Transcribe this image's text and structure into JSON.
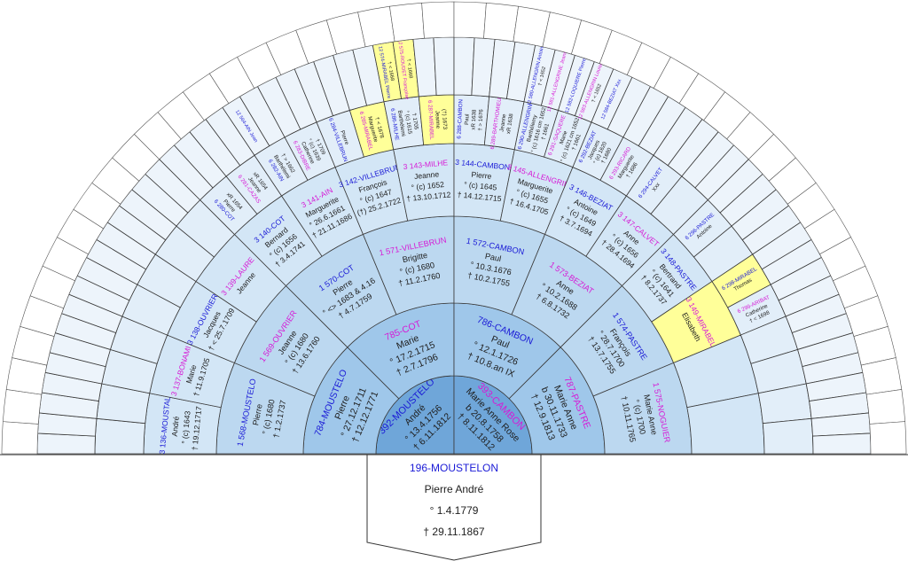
{
  "colors": {
    "male_name": "#1a1ad6",
    "female_name": "#d61ad6",
    "text": "#202020",
    "gen1": "#6fa6d9",
    "gen2": "#9fc7ea",
    "gen3": "#bcd8f0",
    "gen4": "#d3e6f6",
    "gen5": "#e2eef9",
    "gen6": "#edf4fb",
    "gen7": "#f4f8fd",
    "highlight": "#ffff99"
  },
  "root": {
    "name": "196-MOUSTELON",
    "given": "Pierre André",
    "birth": "° 1.4.1779",
    "death": "† 29.11.1867"
  },
  "generations": [
    {
      "level": 1,
      "persons": [
        {
          "name": "392-MOUSTELO",
          "lines": [
            "André",
            "° 13.4.1756",
            "† 6.11.1812"
          ],
          "sex": "m"
        },
        {
          "name": "393-CAMBON",
          "lines": [
            "Marie Anne Rose",
            "b 20.8.1758",
            "† 8.11.1812"
          ],
          "sex": "f"
        }
      ]
    },
    {
      "level": 2,
      "persons": [
        {
          "name": "784-MOUSTELO",
          "lines": [
            "Pierre",
            "° 27.12.1711",
            "† 12.12.1771"
          ],
          "sex": "m"
        },
        {
          "name": "785-COT",
          "lines": [
            "Marie",
            "° 17.2.1715",
            "† 2.7.1796"
          ],
          "sex": "f"
        },
        {
          "name": "786-CAMBON",
          "lines": [
            "Paul",
            "° 12.1.1726",
            "† 10.8.an IX"
          ],
          "sex": "m"
        },
        {
          "name": "787-PASTRE",
          "lines": [
            "Marie Anne",
            "b 30.11.1733",
            "† 12.9.1813"
          ],
          "sex": "f"
        }
      ]
    },
    {
      "level": 3,
      "persons": [
        {
          "name": "1 568-MOUSTELO",
          "lines": [
            "Pierre",
            "° (c) 1680",
            "† 1.2.1737"
          ],
          "sex": "m"
        },
        {
          "name": "1 569-OUVRIER",
          "lines": [
            "Jeanne",
            "° (c) 1680",
            "† 13.6.1760"
          ],
          "sex": "f"
        },
        {
          "name": "1 570-COT",
          "lines": [
            "Pierre",
            "° <> 1683 & 4.16",
            "† 4.7.1759"
          ],
          "sex": "m"
        },
        {
          "name": "1 571-VILLEBRUN",
          "lines": [
            "Brigitte",
            "° (c) 1680",
            "† 11.2.1760"
          ],
          "sex": "f"
        },
        {
          "name": "1 572-CAMBON",
          "lines": [
            "Paul",
            "° 10.3.1676",
            "† 10.2.1755"
          ],
          "sex": "m"
        },
        {
          "name": "1 573-BEZIAT",
          "lines": [
            "Anne",
            "° 10.2.1688",
            "† 6.8.1732"
          ],
          "sex": "f"
        },
        {
          "name": "1 574-PASTRE",
          "lines": [
            "François",
            "° 28.7.1700",
            "† 13.7.1755"
          ],
          "sex": "m"
        },
        {
          "name": "1 575-NOGUIER",
          "lines": [
            "Marie Anne",
            "° (c) 1700",
            "† 10.11.1765"
          ],
          "sex": "f"
        }
      ]
    },
    {
      "level": 4,
      "persons": [
        {
          "name": "3 136-MOUSTAL",
          "lines": [
            "André",
            "° (c) 1643",
            "† 19.12.1717"
          ],
          "sex": "m"
        },
        {
          "name": "3 137-BONAMI",
          "lines": [
            "Marie",
            "† 11.9.1705"
          ],
          "sex": "f"
        },
        {
          "name": "3 138-OUVRIER",
          "lines": [
            "Jacques",
            "† < 25.7.1709"
          ],
          "sex": "m"
        },
        {
          "name": "3 139-LAURE",
          "lines": [
            "Jeanne"
          ],
          "sex": "f"
        },
        {
          "name": "3 140-COT",
          "lines": [
            "Bernard",
            "° (c) 1656",
            "† 3.4.1741"
          ],
          "sex": "m"
        },
        {
          "name": "3 141-AIN",
          "lines": [
            "Marguerite",
            "° 26.6.1661",
            "† 21.11.1686"
          ],
          "sex": "f"
        },
        {
          "name": "3 142-VILLEBRUN",
          "lines": [
            "François",
            "° (c) 1647",
            "(†) 25.2.1722"
          ],
          "sex": "m"
        },
        {
          "name": "3 143-MILHE",
          "lines": [
            "Jeanne",
            "° (c) 1652",
            "† 13.10.1712"
          ],
          "sex": "f"
        },
        {
          "name": "3 144-CAMBON",
          "lines": [
            "Pierre",
            "° (c) 1645",
            "† 14.12.1715"
          ],
          "sex": "m"
        },
        {
          "name": "3 145-ALLENGRIN",
          "lines": [
            "Marguerite",
            "° (c) 1655",
            "† 16.4.1705"
          ],
          "sex": "f"
        },
        {
          "name": "3 146-BEZIAT",
          "lines": [
            "Antoine",
            "° (c) 1649",
            "† 3.7.1694"
          ],
          "sex": "m"
        },
        {
          "name": "3 147-CALVET",
          "lines": [
            "Anne",
            "° (c) 1656",
            "† 28.4.1694"
          ],
          "sex": "f"
        },
        {
          "name": "3 148-PASTRE",
          "lines": [
            "Bertrand",
            "° (c) 1641",
            "† 8.2.1737"
          ],
          "sex": "m"
        },
        {
          "name": "3 149-MIRABEL",
          "lines": [
            "Elisabeth"
          ],
          "sex": "f",
          "highlight": true
        },
        {
          "name": "",
          "lines": [],
          "sex": "m"
        },
        {
          "name": "",
          "lines": [],
          "sex": "f"
        }
      ]
    },
    {
      "level": 5,
      "persons": [
        {
          "name": "",
          "lines": [],
          "sex": "m"
        },
        {
          "name": "",
          "lines": [],
          "sex": "f"
        },
        {
          "name": "",
          "lines": [],
          "sex": "m"
        },
        {
          "name": "",
          "lines": [],
          "sex": "f"
        },
        {
          "name": "",
          "lines": [],
          "sex": "m"
        },
        {
          "name": "",
          "lines": [],
          "sex": "f"
        },
        {
          "name": "",
          "lines": [],
          "sex": "m"
        },
        {
          "name": "",
          "lines": [],
          "sex": "f"
        },
        {
          "name": "6 280-COT",
          "lines": [
            "Pierre",
            "xR 1654"
          ],
          "sex": "m"
        },
        {
          "name": "6 281-CAZAS",
          "lines": [
            "Jeanne",
            "xR 1654"
          ],
          "sex": "f"
        },
        {
          "name": "6 282-AIN",
          "lines": [
            "Barthélemi",
            "† > 1662"
          ],
          "sex": "m"
        },
        {
          "name": "6 283-DIBRE",
          "lines": [
            "Catherine",
            "° (c) 1639",
            "† 1709"
          ],
          "sex": "f"
        },
        {
          "name": "6 284-VILLEBRUN",
          "lines": [
            "Pierre"
          ],
          "sex": "m"
        },
        {
          "name": "6 285-MIRABEL",
          "lines": [
            "Marguerite",
            "† < 1678"
          ],
          "sex": "f",
          "highlight": true
        },
        {
          "name": "6 286-MILHE",
          "lines": [
            "Barthélemi",
            "° (c) 1615",
            "† 1705"
          ],
          "sex": "m"
        },
        {
          "name": "6 287-MIRABEL",
          "lines": [
            "Jeanne",
            "(†) 1673"
          ],
          "sex": "f",
          "highlight": true
        },
        {
          "name": "6 288-CAMBON",
          "lines": [
            "Paul",
            "xR 1638",
            "† > 1676"
          ],
          "sex": "m"
        },
        {
          "name": "6 289-BARTHOMIEUX",
          "lines": [
            "Jeanne",
            "xR 1638"
          ],
          "sex": "f"
        },
        {
          "name": "6 290-ALLENGRIN",
          "lines": [
            "Barthélemy",
            "° (c) 1616 cm 1652",
            "† 1661"
          ],
          "sex": "m"
        },
        {
          "name": "6 291-SAQUERE",
          "lines": [
            "Marie",
            "° (c) 1621 cm 1652",
            "† 1661"
          ],
          "sex": "f"
        },
        {
          "name": "6 292-BEZIAT",
          "lines": [
            "Jacques",
            "° (c) 1620",
            "† 1680"
          ],
          "sex": "m"
        },
        {
          "name": "6 293-RICARD",
          "lines": [
            "Marguerite",
            "† 1686"
          ],
          "sex": "f"
        },
        {
          "name": "6 294-CALVET",
          "lines": [
            "Xxx"
          ],
          "sex": "m"
        },
        {
          "name": "",
          "lines": [],
          "sex": "f"
        },
        {
          "name": "6 296-PASTRE",
          "lines": [
            "Antoine"
          ],
          "sex": "m"
        },
        {
          "name": "",
          "lines": [],
          "sex": "f"
        },
        {
          "name": "6 298-MIRABEL",
          "lines": [
            "Thomas"
          ],
          "sex": "m",
          "highlight": true
        },
        {
          "name": "6 299-ARIBAT",
          "lines": [
            "Catherine",
            "† < 1698"
          ],
          "sex": "f"
        },
        {
          "name": "",
          "lines": [],
          "sex": "m"
        },
        {
          "name": "",
          "lines": [],
          "sex": "f"
        },
        {
          "name": "",
          "lines": [],
          "sex": "m"
        },
        {
          "name": "",
          "lines": [],
          "sex": "f"
        }
      ]
    },
    {
      "level": 6,
      "persons": [
        {
          "name": "",
          "lines": []
        },
        {
          "name": "",
          "lines": []
        },
        {
          "name": "",
          "lines": []
        },
        {
          "name": "",
          "lines": []
        },
        {
          "name": "",
          "lines": []
        },
        {
          "name": "",
          "lines": []
        },
        {
          "name": "",
          "lines": []
        },
        {
          "name": "",
          "lines": []
        },
        {
          "name": "",
          "lines": []
        },
        {
          "name": "",
          "lines": []
        },
        {
          "name": "",
          "lines": []
        },
        {
          "name": "",
          "lines": []
        },
        {
          "name": "",
          "lines": []
        },
        {
          "name": "",
          "lines": []
        },
        {
          "name": "",
          "lines": []
        },
        {
          "name": "",
          "lines": []
        },
        {
          "name": "",
          "lines": []
        },
        {
          "name": "",
          "lines": []
        },
        {
          "name": "",
          "lines": []
        },
        {
          "name": "",
          "lines": []
        },
        {
          "name": "12 564-AIN Jean",
          "lines": [],
          "sex": "m"
        },
        {
          "name": "",
          "lines": []
        },
        {
          "name": "",
          "lines": []
        },
        {
          "name": "",
          "lines": []
        },
        {
          "name": "",
          "lines": []
        },
        {
          "name": "",
          "lines": []
        },
        {
          "name": "",
          "lines": []
        },
        {
          "name": "",
          "lines": []
        },
        {
          "name": "12 574-MIRABEL Pierre",
          "lines": [
            "† < 1668"
          ],
          "sex": "m",
          "highlight": true
        },
        {
          "name": "12 575-ROUDET Françoise",
          "lines": [
            "† < 1668"
          ],
          "sex": "f",
          "highlight": true
        },
        {
          "name": "",
          "lines": []
        },
        {
          "name": "",
          "lines": []
        },
        {
          "name": "",
          "lines": []
        },
        {
          "name": "",
          "lines": []
        },
        {
          "name": "",
          "lines": []
        },
        {
          "name": "",
          "lines": []
        },
        {
          "name": "12 580-ALLENGRIN Antoine",
          "lines": [
            "† < 1652"
          ],
          "sex": "m"
        },
        {
          "name": "12 581-ALLENGRINE Jeanne",
          "lines": [],
          "sex": "f"
        },
        {
          "name": "12 582-LOQUIERE Pierre",
          "lines": [],
          "sex": "m"
        },
        {
          "name": "12 583-ALLENGRIN Louise",
          "lines": [
            "† < 1652"
          ],
          "sex": "f"
        },
        {
          "name": "12 584-BEZIAT Xxx",
          "lines": [],
          "sex": "m"
        },
        {
          "name": "",
          "lines": []
        },
        {
          "name": "",
          "lines": []
        },
        {
          "name": "",
          "lines": []
        },
        {
          "name": "",
          "lines": []
        },
        {
          "name": "",
          "lines": []
        },
        {
          "name": "",
          "lines": []
        },
        {
          "name": "",
          "lines": []
        },
        {
          "name": "",
          "lines": []
        },
        {
          "name": "",
          "lines": []
        },
        {
          "name": "",
          "lines": []
        },
        {
          "name": "",
          "lines": []
        },
        {
          "name": "",
          "lines": []
        },
        {
          "name": "",
          "lines": []
        },
        {
          "name": "",
          "lines": []
        },
        {
          "name": "",
          "lines": []
        },
        {
          "name": "",
          "lines": []
        },
        {
          "name": "",
          "lines": []
        },
        {
          "name": "",
          "lines": []
        },
        {
          "name": "",
          "lines": []
        },
        {
          "name": "",
          "lines": []
        },
        {
          "name": "",
          "lines": []
        },
        {
          "name": "",
          "lines": []
        },
        {
          "name": "",
          "lines": []
        }
      ]
    },
    {
      "level": 7,
      "cell_count": 44
    }
  ]
}
